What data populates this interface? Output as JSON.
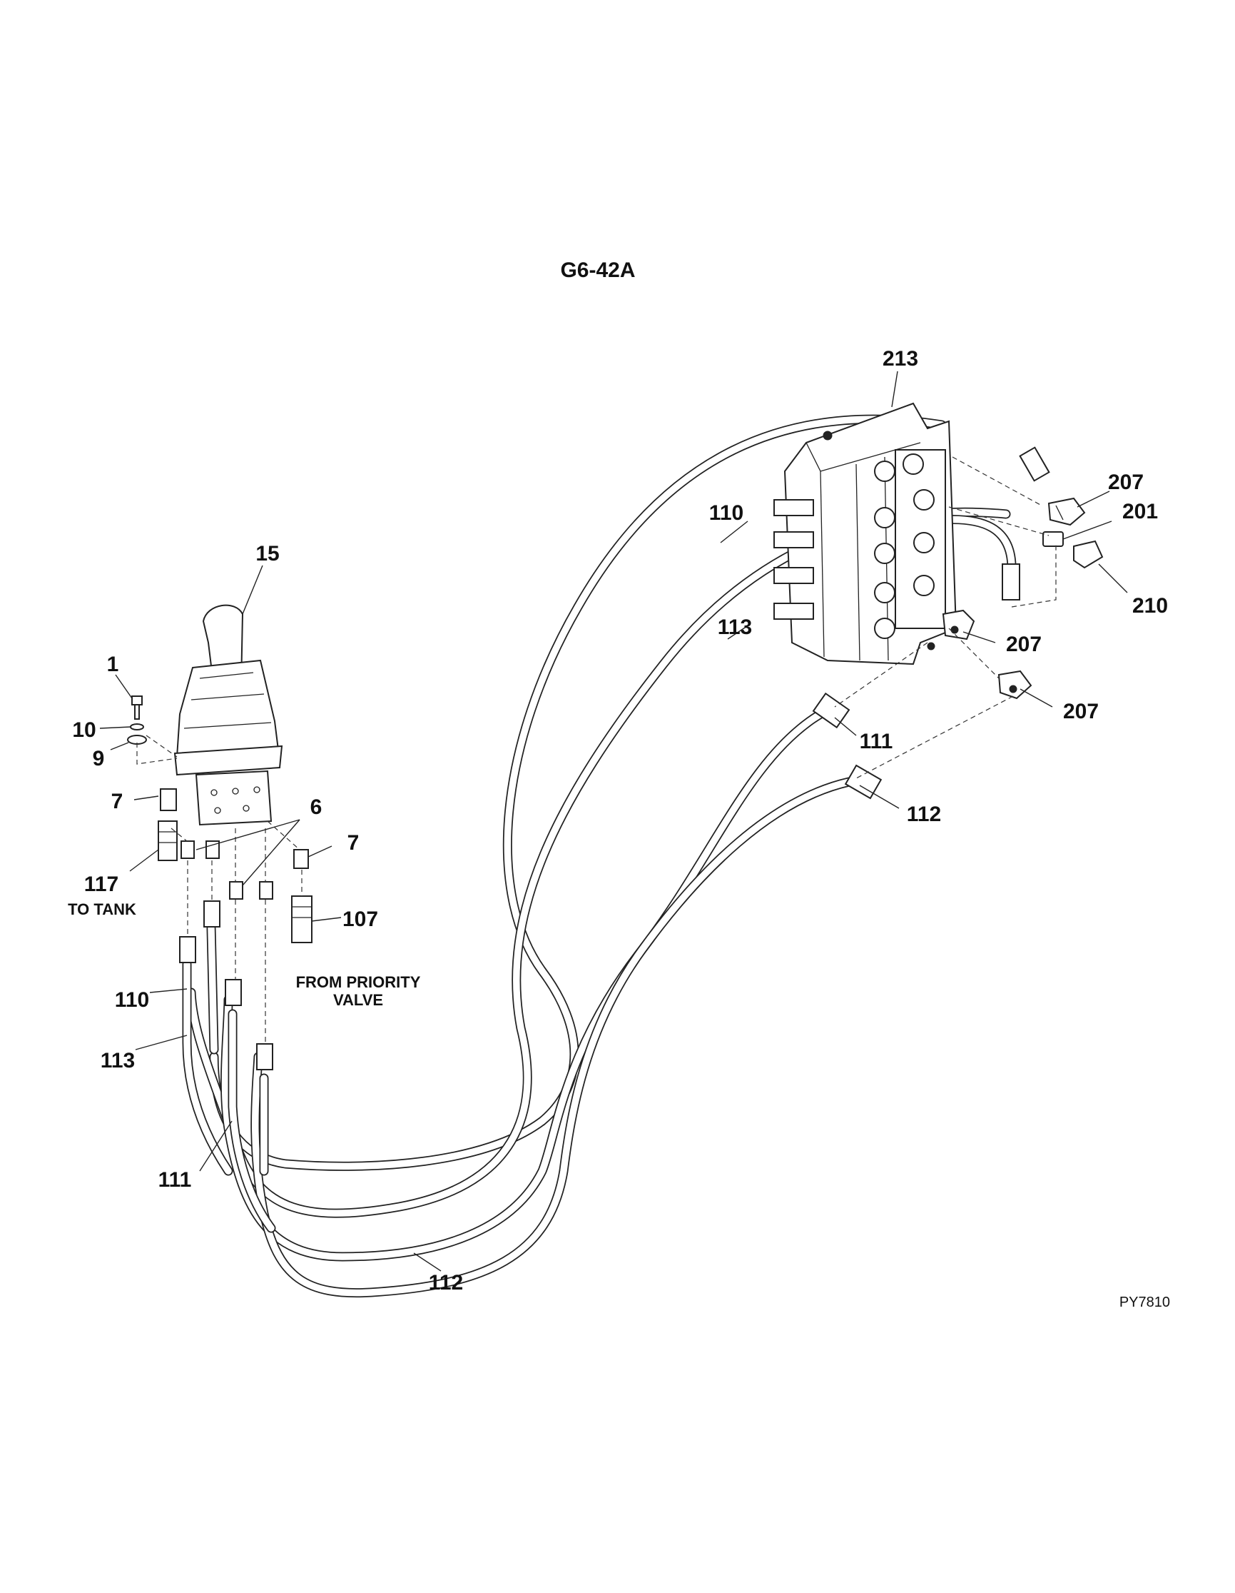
{
  "diagram": {
    "title": "G6-42A",
    "figure_id": "PY7810",
    "callouts": [
      {
        "id": "c213",
        "label": "213"
      },
      {
        "id": "c207a",
        "label": "207"
      },
      {
        "id": "c201",
        "label": "201"
      },
      {
        "id": "c210",
        "label": "210"
      },
      {
        "id": "c207b",
        "label": "207"
      },
      {
        "id": "c207c",
        "label": "207"
      },
      {
        "id": "c110r",
        "label": "110"
      },
      {
        "id": "c113r",
        "label": "113"
      },
      {
        "id": "c111r",
        "label": "111"
      },
      {
        "id": "c112r",
        "label": "112"
      },
      {
        "id": "c15",
        "label": "15"
      },
      {
        "id": "c1",
        "label": "1"
      },
      {
        "id": "c10",
        "label": "10"
      },
      {
        "id": "c9",
        "label": "9"
      },
      {
        "id": "c7a",
        "label": "7"
      },
      {
        "id": "c6",
        "label": "6"
      },
      {
        "id": "c7b",
        "label": "7"
      },
      {
        "id": "c117",
        "label": "117"
      },
      {
        "id": "c107",
        "label": "107"
      },
      {
        "id": "c110l",
        "label": "110"
      },
      {
        "id": "c113l",
        "label": "113"
      },
      {
        "id": "c111l",
        "label": "111"
      },
      {
        "id": "c112b",
        "label": "112"
      }
    ],
    "notes": {
      "to_tank": "TO TANK",
      "from_priority_1": "FROM PRIORITY",
      "from_priority_2": "VALVE"
    }
  }
}
